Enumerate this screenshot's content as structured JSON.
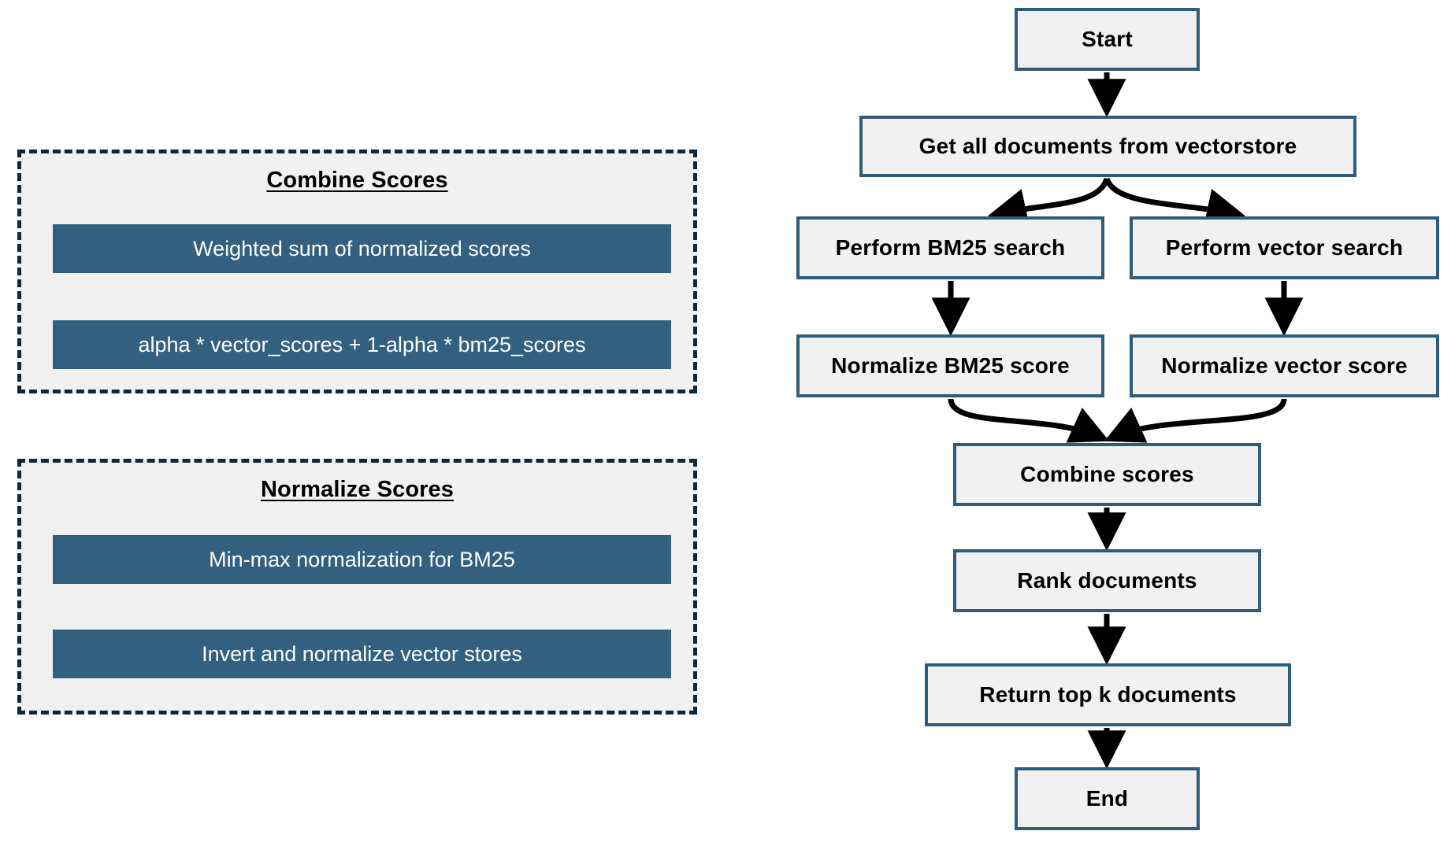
{
  "theme": {
    "blue_fill": "#33607f",
    "node_border": "#2e5c7a",
    "node_fill": "#f1f1f1",
    "group_fill": "#f1f1f1",
    "dash_border": "#10273a",
    "arrow_color": "#000000",
    "text_on_blue": "#ffffff",
    "text_dark": "#000000"
  },
  "left_panel": {
    "groups": [
      {
        "id": "combine",
        "title": "Combine Scores",
        "items": [
          "Weighted sum of normalized scores",
          "alpha * vector_scores + 1-alpha * bm25_scores"
        ]
      },
      {
        "id": "normalize",
        "title": "Normalize Scores",
        "items": [
          "Min-max normalization for BM25",
          "Invert and normalize vector stores"
        ]
      }
    ]
  },
  "flowchart": {
    "nodes": [
      {
        "id": "start",
        "label": "Start"
      },
      {
        "id": "getdocs",
        "label": "Get all documents from vectorstore"
      },
      {
        "id": "bm25search",
        "label": "Perform BM25 search"
      },
      {
        "id": "vectorsearch",
        "label": "Perform vector search"
      },
      {
        "id": "normbm25",
        "label": "Normalize BM25 score"
      },
      {
        "id": "normvector",
        "label": "Normalize vector score"
      },
      {
        "id": "combine",
        "label": "Combine scores"
      },
      {
        "id": "rank",
        "label": "Rank documents"
      },
      {
        "id": "returnk",
        "label": "Return top k documents"
      },
      {
        "id": "end",
        "label": "End"
      }
    ],
    "edges": [
      {
        "from": "start",
        "to": "getdocs",
        "kind": "straight"
      },
      {
        "from": "getdocs",
        "to": "bm25search",
        "kind": "curve-left"
      },
      {
        "from": "getdocs",
        "to": "vectorsearch",
        "kind": "curve-right"
      },
      {
        "from": "bm25search",
        "to": "normbm25",
        "kind": "straight"
      },
      {
        "from": "vectorsearch",
        "to": "normvector",
        "kind": "straight"
      },
      {
        "from": "normbm25",
        "to": "combine",
        "kind": "merge-left"
      },
      {
        "from": "normvector",
        "to": "combine",
        "kind": "merge-right"
      },
      {
        "from": "combine",
        "to": "rank",
        "kind": "straight"
      },
      {
        "from": "rank",
        "to": "returnk",
        "kind": "straight"
      },
      {
        "from": "returnk",
        "to": "end",
        "kind": "straight"
      }
    ]
  }
}
